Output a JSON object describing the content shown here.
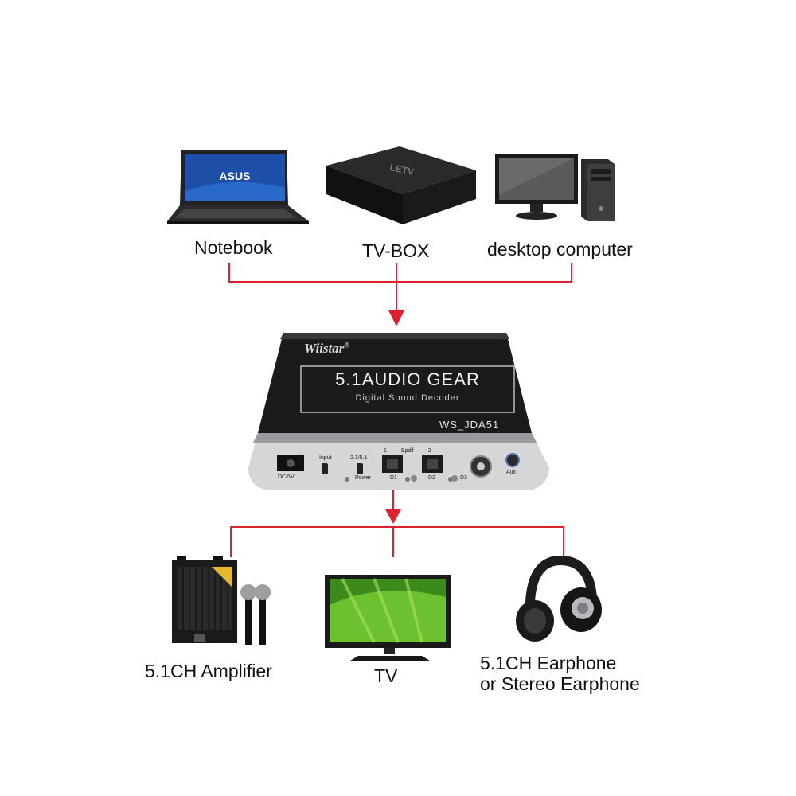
{
  "sources": [
    {
      "label": "Notebook",
      "icon": "laptop-icon",
      "screen_text": "ASUS"
    },
    {
      "label": "TV-BOX",
      "icon": "tv-box-icon",
      "device_text": "LETV"
    },
    {
      "label": "desktop computer",
      "icon": "desktop-computer-icon"
    }
  ],
  "device": {
    "brand": "Wiistar",
    "brand_mark": "®",
    "title": "5.1AUDIO GEAR",
    "subtitle": "Digital Sound Decoder",
    "model": "WS_JDA51",
    "ports": {
      "dc": "DC/5V",
      "input": "Input",
      "mode": "2.1/5.1",
      "power": "Power",
      "spdif": "1 —— Spdif —— 2",
      "d1": "D1",
      "d2": "D2",
      "d3": "D3",
      "aux": "Aux"
    }
  },
  "outputs": [
    {
      "label": "5.1CH Amplifier",
      "icon": "amplifier-speaker-icon"
    },
    {
      "label": "TV",
      "icon": "tv-icon"
    },
    {
      "label_line1": "5.1CH Earphone",
      "label_line2": "or Stereo Earphone",
      "icon": "headphones-icon"
    }
  ],
  "colors": {
    "connector": "#e0202e",
    "device_body": "#1b1b1d",
    "label_text": "#111111"
  }
}
